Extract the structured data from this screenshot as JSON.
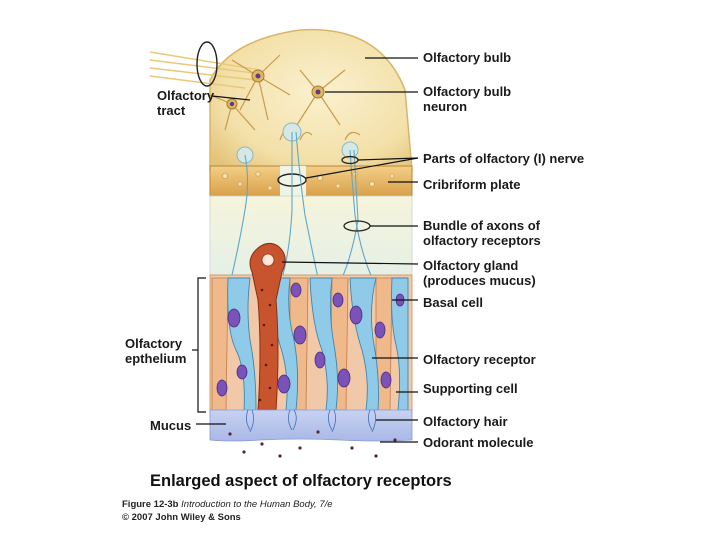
{
  "labels": {
    "olfactory_bulb": "Olfactory bulb",
    "olfactory_bulb_neuron": [
      "Olfactory bulb",
      "neuron"
    ],
    "olfactory_tract": [
      "Olfactory",
      "tract"
    ],
    "olfactory_nerve": "Parts of olfactory (I) nerve",
    "cribriform_plate": "Cribriform plate",
    "bundle_of_axons": [
      "Bundle of axons of",
      "olfactory receptors"
    ],
    "olfactory_gland": [
      "Olfactory gland",
      "(produces mucus)"
    ],
    "basal_cell": "Basal cell",
    "olfactory_epithelium": [
      "Olfactory",
      "epthelium"
    ],
    "olfactory_receptor": "Olfactory receptor",
    "supporting_cell": "Supporting cell",
    "olfactory_hair": "Olfactory hair",
    "mucus": "Mucus",
    "odorant_molecule": "Odorant molecule"
  },
  "caption": {
    "title": "Enlarged aspect of olfactory receptors",
    "figure_ref": "Figure 12-3b",
    "book_title": "Introduction to the Human Body, 7/e",
    "copyright": "© 2007 John Wiley & Sons"
  },
  "colors": {
    "bulb": "#f5e6b8",
    "bone": "#e8b866",
    "receptor": "#8fcbe8",
    "supporting": "#f0b98c",
    "nucleus": "#7b52b8",
    "gland": "#c8542e",
    "mucus": "#b9c6ec"
  }
}
